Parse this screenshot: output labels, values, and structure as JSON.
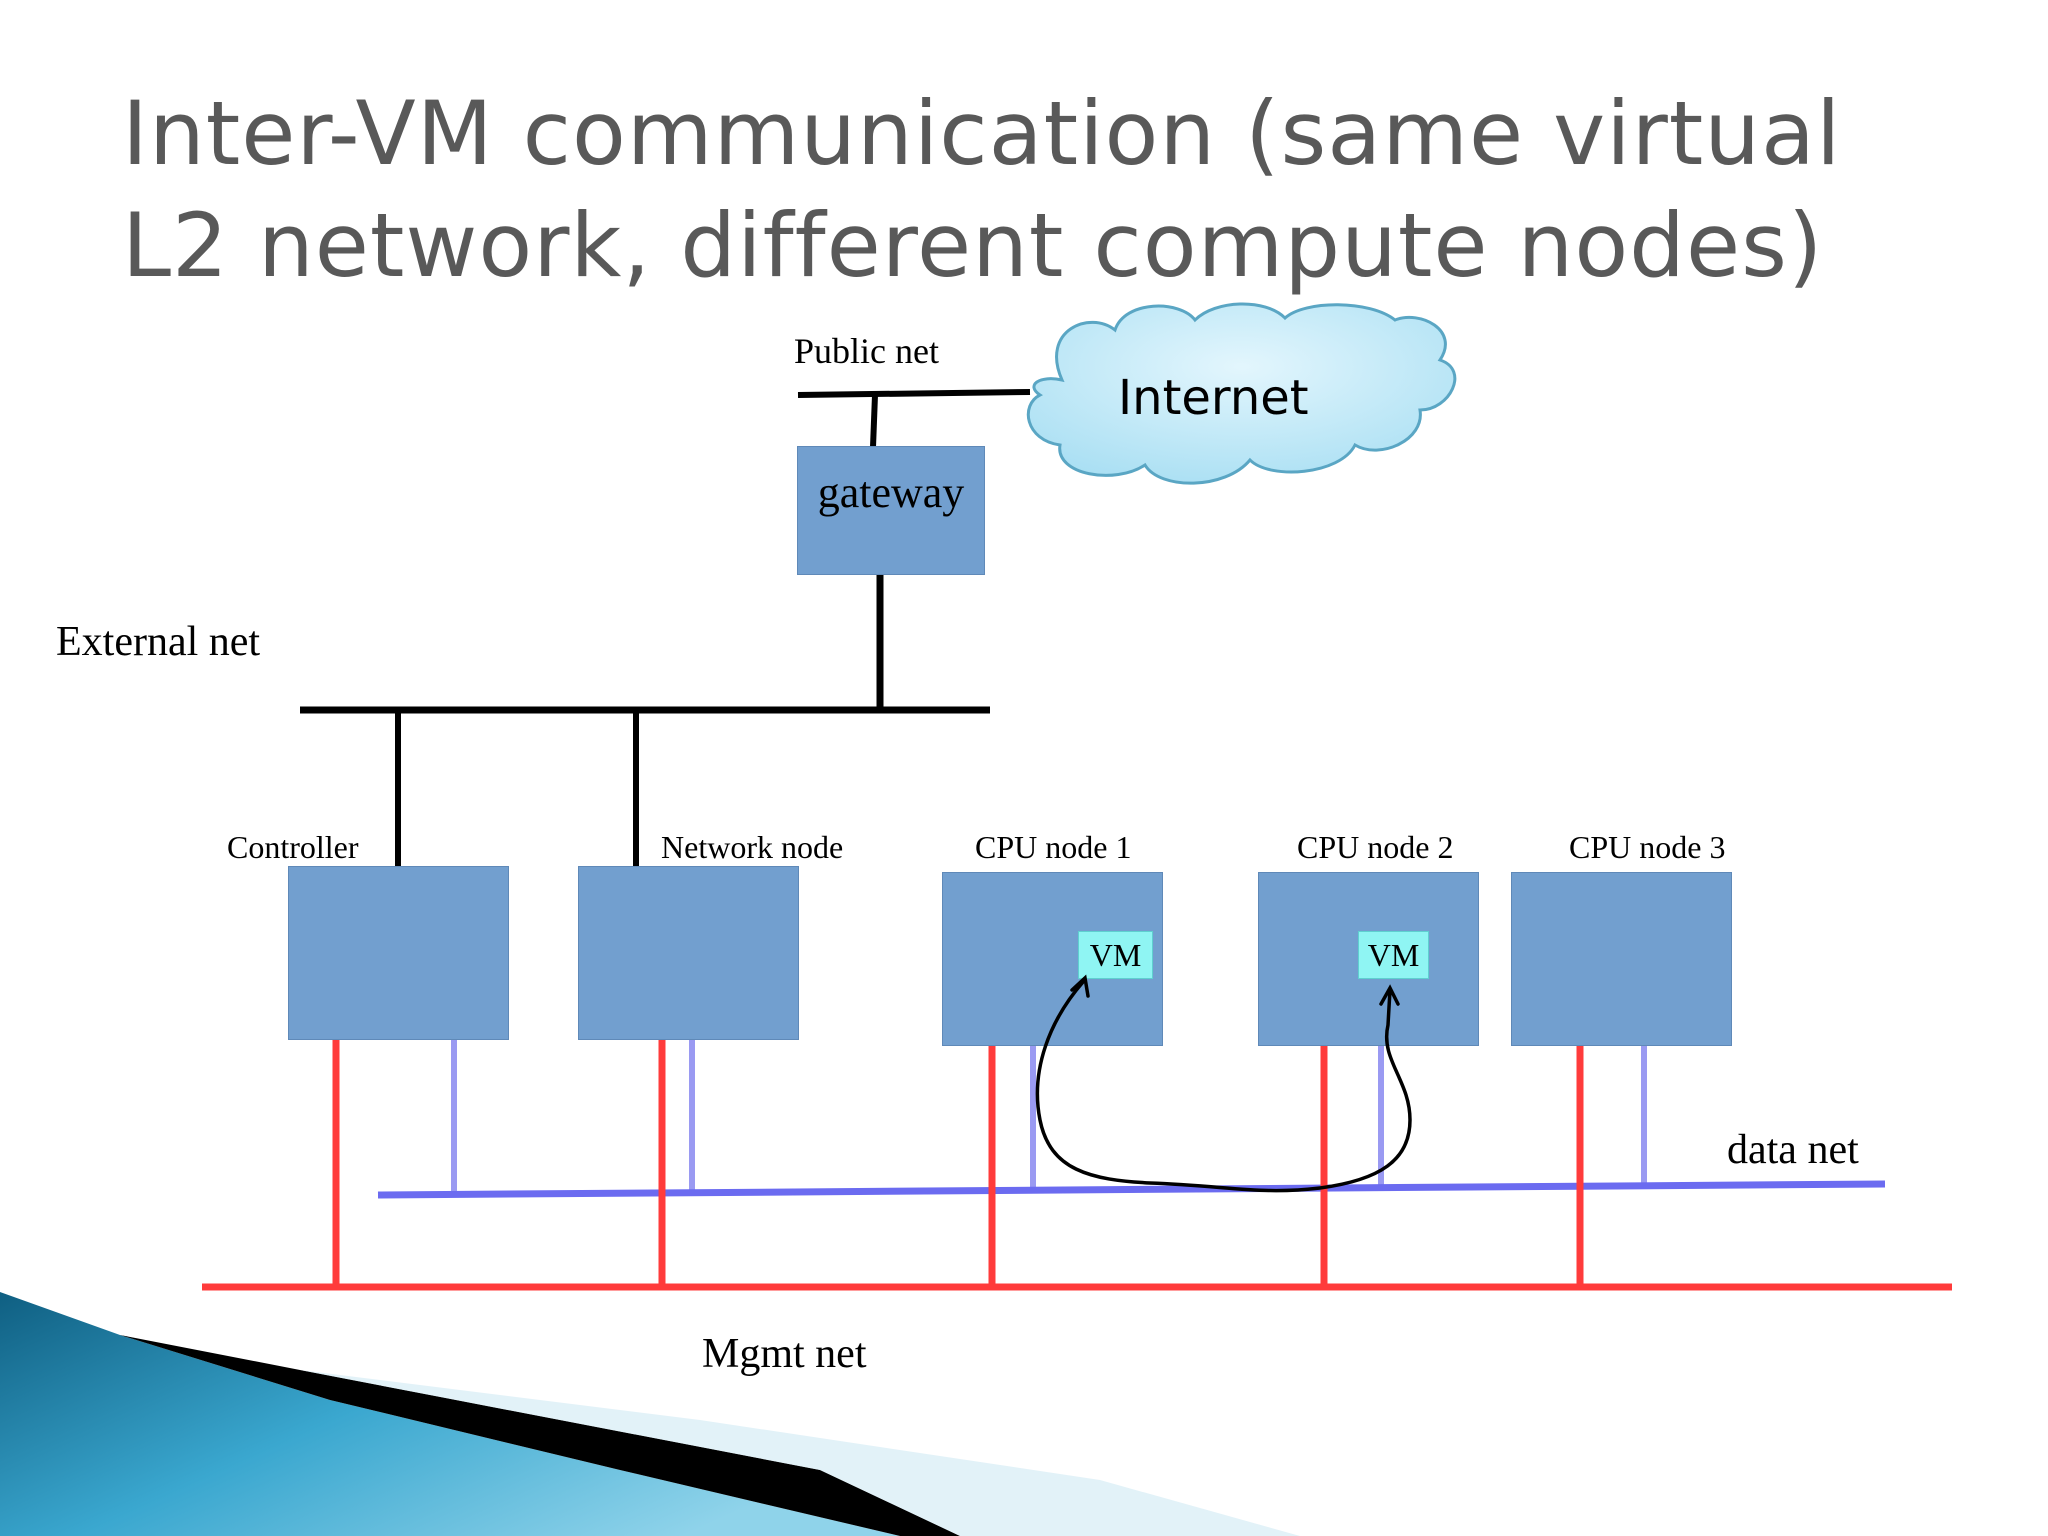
{
  "slide": {
    "title_line1": "Inter-VM communication (same virtual",
    "title_line2": "L2 network, different compute nodes)"
  },
  "networks": {
    "public_net": "Public net",
    "external_net": "External net",
    "data_net": "data net",
    "mgmt_net": "Mgmt net"
  },
  "cloud": {
    "label": "Internet"
  },
  "gateway": {
    "label": "gateway"
  },
  "nodes": [
    {
      "label": "Controller"
    },
    {
      "label": "Network node"
    },
    {
      "label": "CPU node 1",
      "vm": "VM"
    },
    {
      "label": "CPU node 2",
      "vm": "VM"
    },
    {
      "label": "CPU node 3"
    }
  ],
  "colors": {
    "title": "#595959",
    "node_fill": "#729fcf",
    "vm_fill": "#8ff5f3",
    "mgmt_line": "#ff3b3b",
    "data_line": "#6b6bf0",
    "data_drop": "#9a9af2",
    "cloud_fill": "#bfe8f7",
    "corner_accent": "#1b7ea1"
  }
}
